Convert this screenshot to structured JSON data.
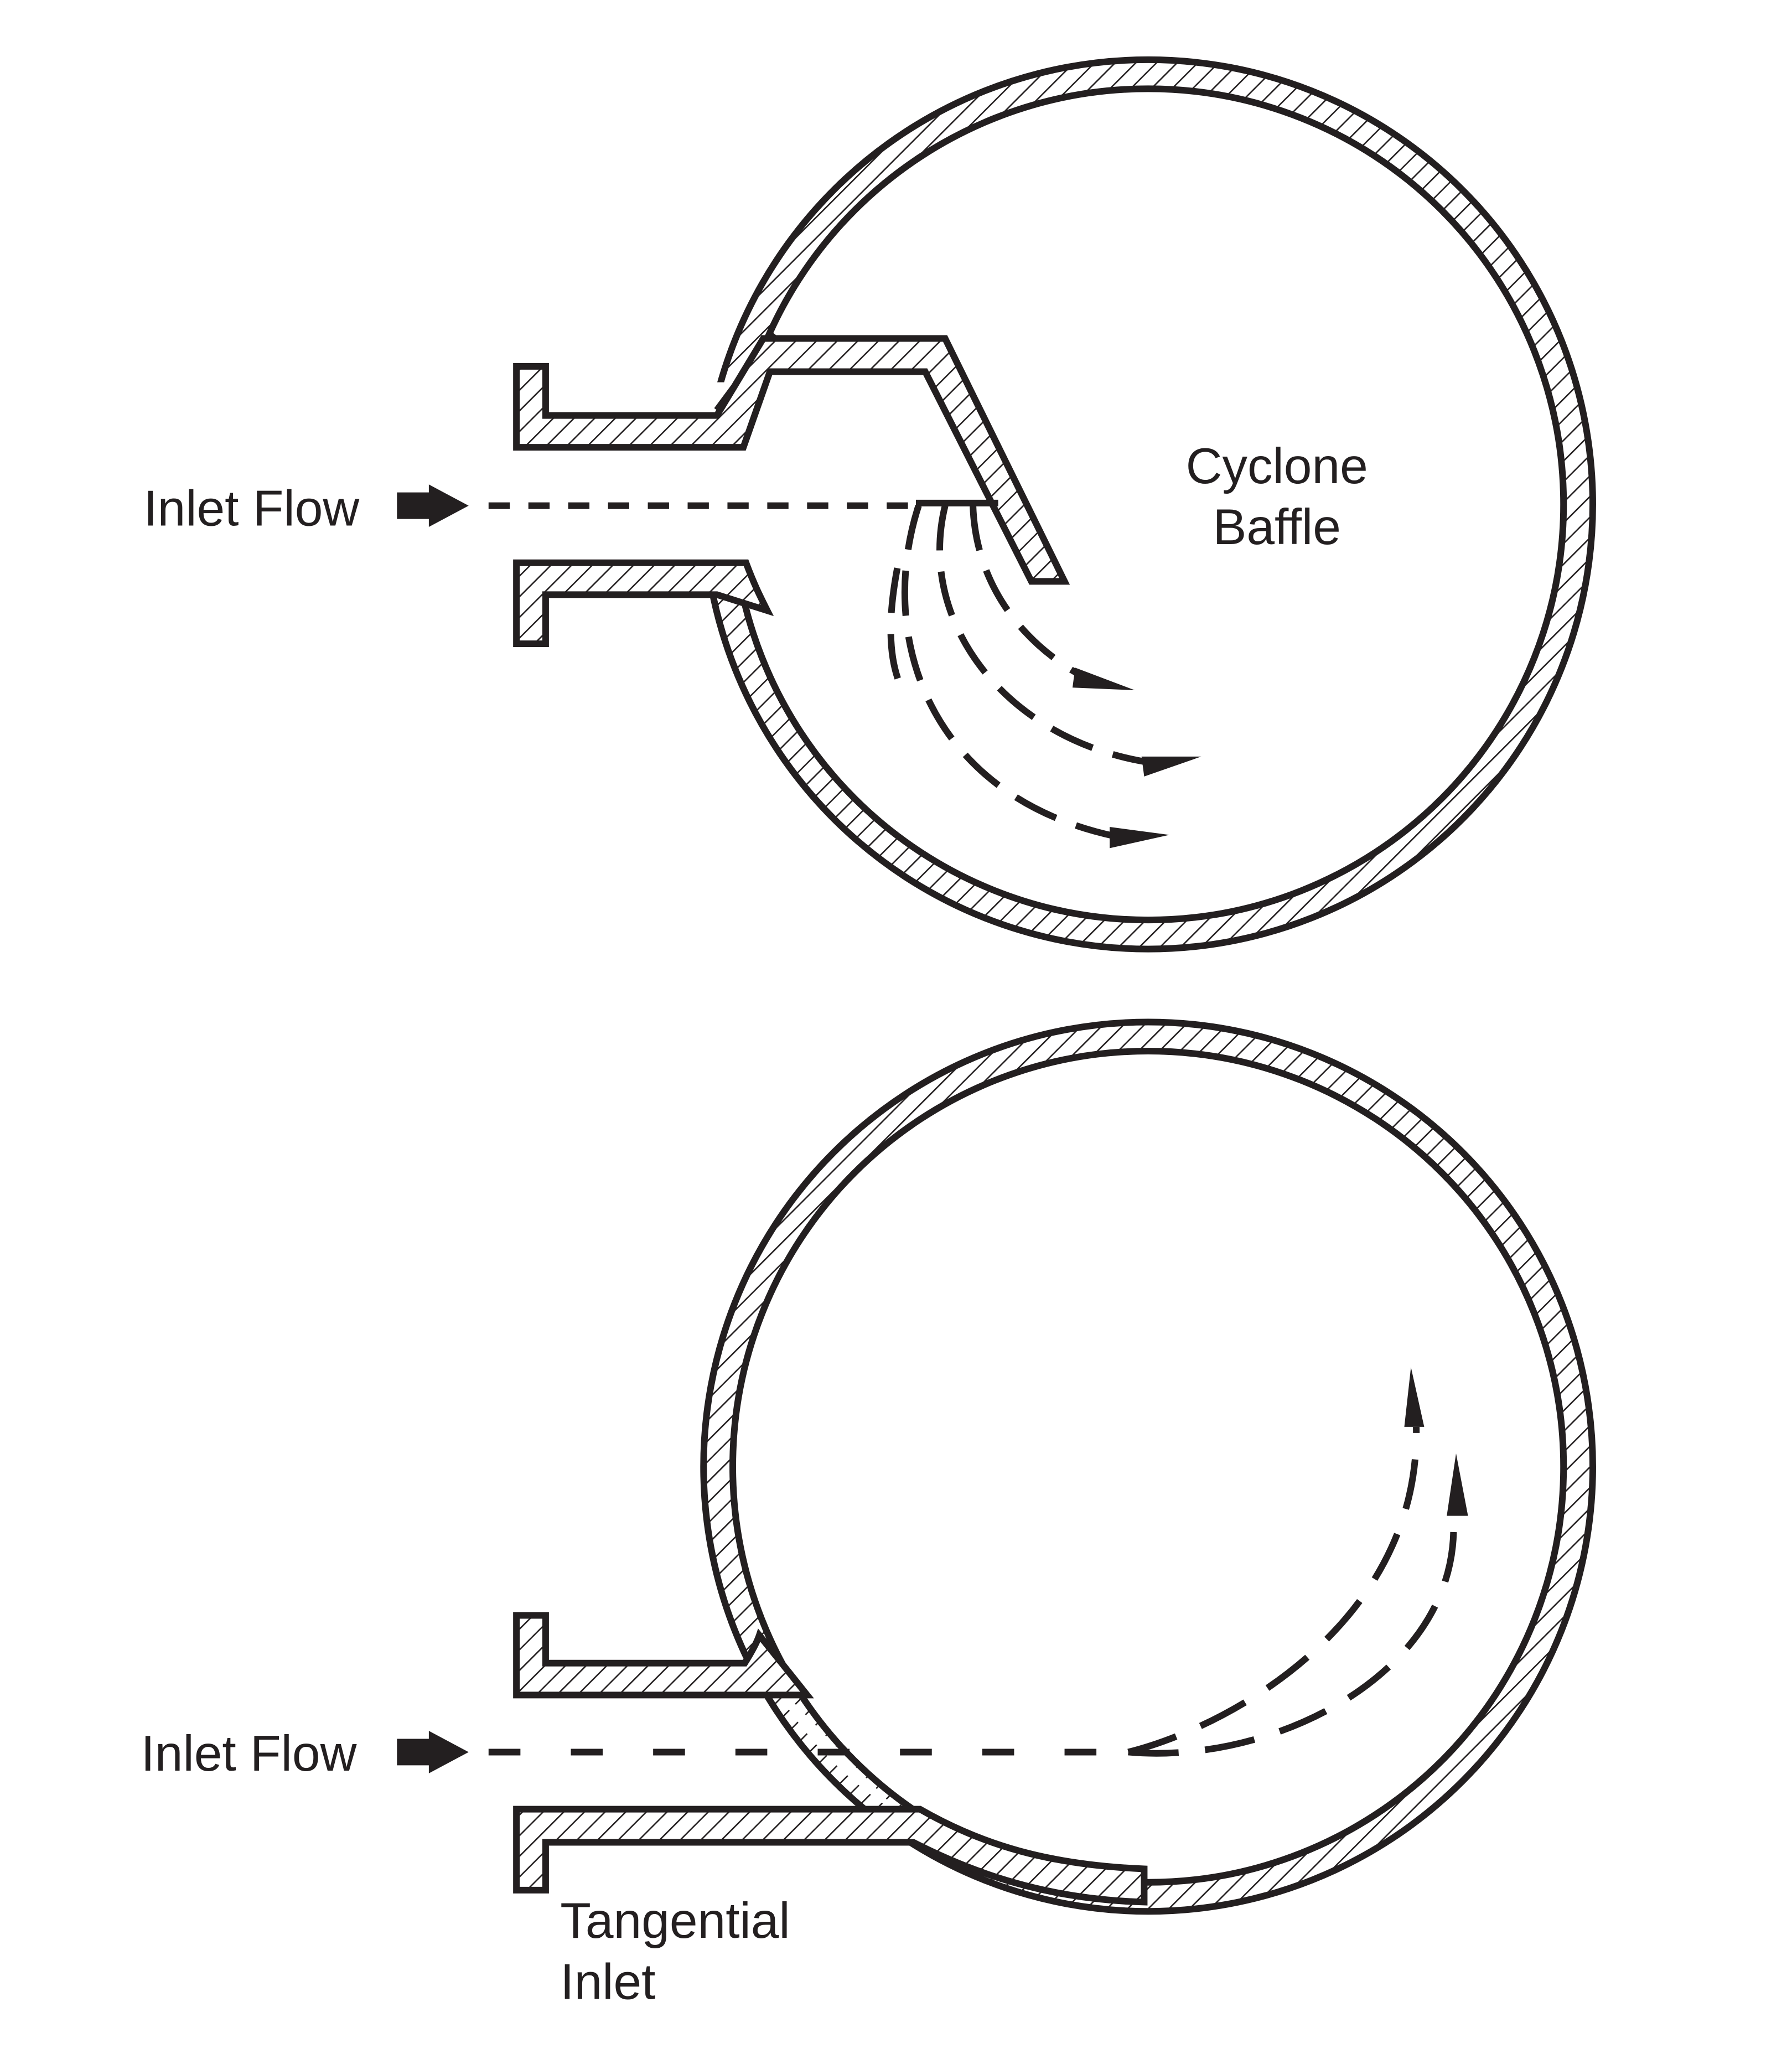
{
  "figures": [
    {
      "id": "cyclone-baffle",
      "inlet_label": "Inlet Flow",
      "device_label_line1": "Cyclone",
      "device_label_line2": "Baffle"
    },
    {
      "id": "tangential-inlet",
      "inlet_label": "Inlet Flow",
      "device_label_line1": "Tangential",
      "device_label_line2": "Inlet"
    }
  ],
  "colors": {
    "ink": "#231f20",
    "background": "#ffffff"
  }
}
